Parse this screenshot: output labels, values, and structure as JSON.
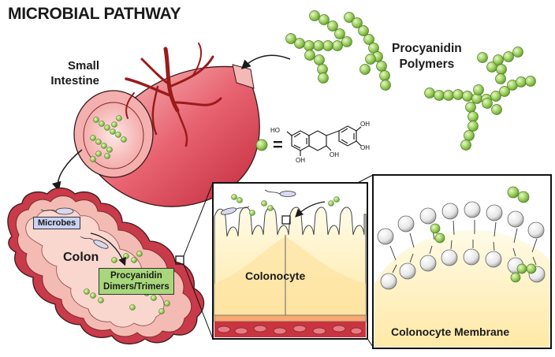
{
  "title": "MICROBIAL PATHWAY",
  "small_intestine": {
    "line1": "Small",
    "line2": "Intestine"
  },
  "polymers": {
    "line1": "Procyanidin",
    "line2": "Polymers"
  },
  "equals": "=",
  "molecule": {
    "oh_labels": [
      "HO",
      "OH",
      "OH",
      "OH",
      "OH"
    ]
  },
  "colon": "Colon",
  "microbes": "Microbes",
  "dimers": {
    "line1": "Procyanidin",
    "line2": "Dimers/Trimers"
  },
  "colonocyte": "Colonocyte",
  "membrane": "Colonocyte Membrane",
  "colors": {
    "monomer": "#9acd5a",
    "tissue_red": "#e0606e",
    "tissue_pink": "#f6c0bf",
    "vessel": "#9b1b1b",
    "cell_yellow": "#fff3c6",
    "label_blue": "#c9d3f5",
    "label_green": "#a7d77a"
  }
}
